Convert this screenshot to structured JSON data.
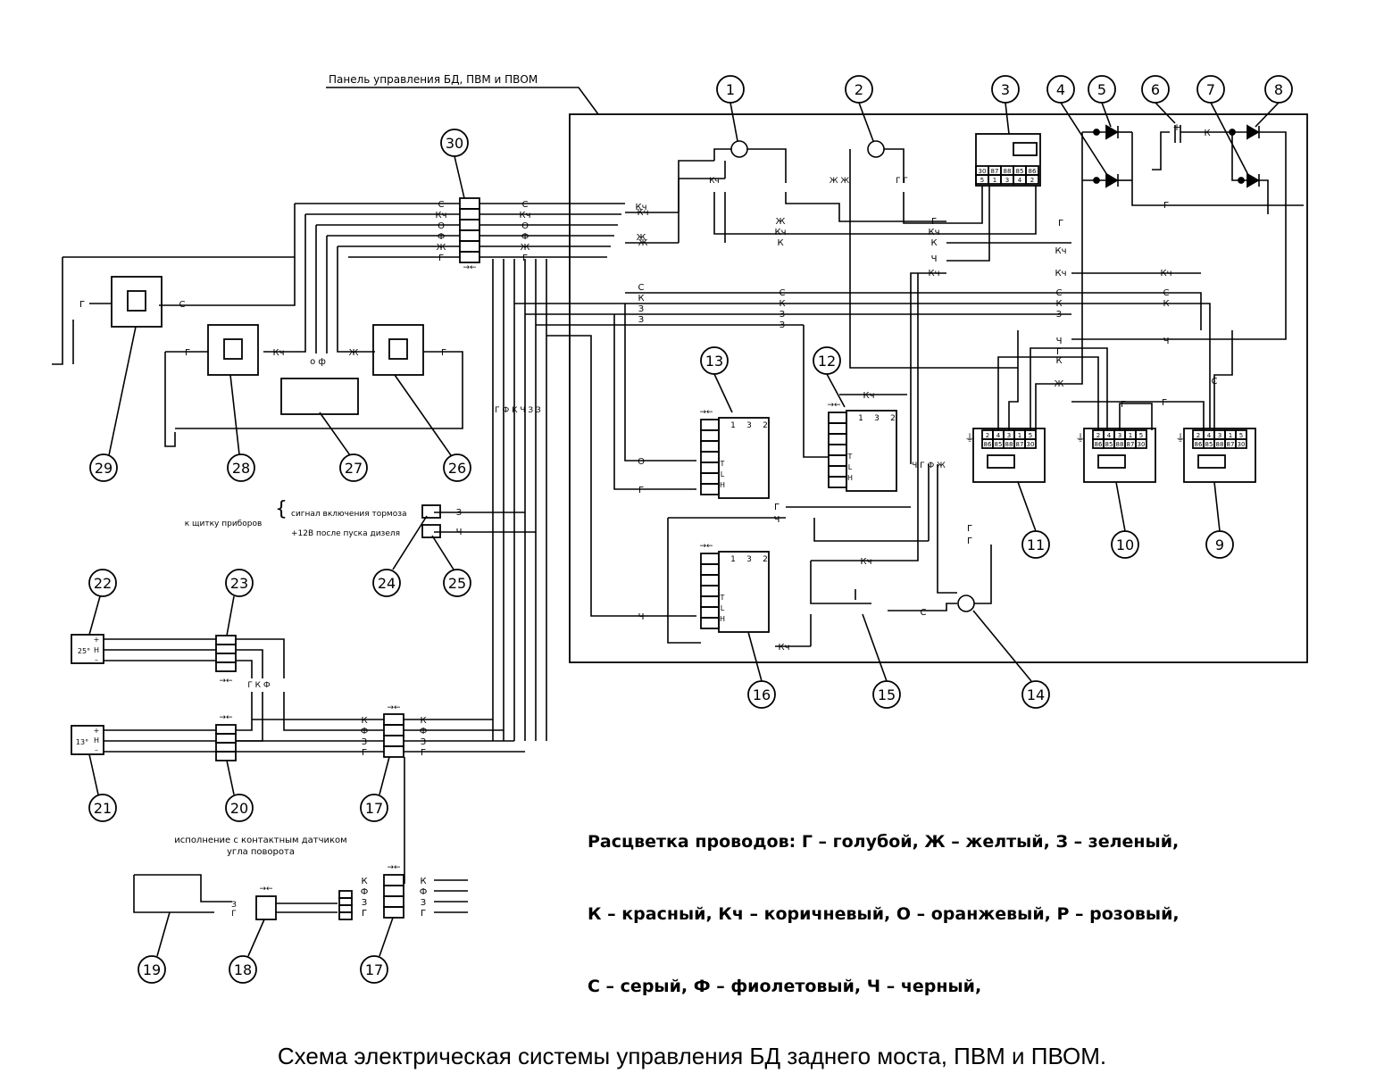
{
  "panel_label": "Панель управления БД, ПВМ и ПВОМ",
  "markers": [
    "1",
    "2",
    "3",
    "4",
    "5",
    "6",
    "7",
    "8",
    "9",
    "10",
    "11",
    "12",
    "13",
    "14",
    "15",
    "16",
    "17",
    "17",
    "18",
    "19",
    "20",
    "21",
    "22",
    "23",
    "24",
    "25",
    "26",
    "27",
    "28",
    "29",
    "30"
  ],
  "wire_letters": {
    "g": "Г",
    "zh": "Ж",
    "z": "З",
    "k": "К",
    "kch": "Кч",
    "o": "О",
    "s": "С",
    "f": "Ф",
    "ch": "Ч"
  },
  "relay_pins_top": [
    "2",
    "4",
    "3",
    "1",
    "5"
  ],
  "relay_pins_bottom": [
    "86",
    "85",
    "88",
    "87",
    "30"
  ],
  "relay3_pins_top": [
    "30",
    "87",
    "88",
    "85",
    "86"
  ],
  "relay3_pins_bottom": [
    "5",
    "1",
    "3",
    "4",
    "2"
  ],
  "switch_terms": [
    "1",
    "3",
    "2"
  ],
  "switch_side": [
    "Т",
    "L",
    "Н"
  ],
  "sensor_left": {
    "value": "13°",
    "pins": [
      "+",
      "Н",
      "–"
    ]
  },
  "sensor_top": {
    "value": "25°",
    "pins": [
      "+",
      "Н",
      "–"
    ]
  },
  "signals_brace": "к щитку приборов",
  "signal_brake": "сигнал включения тормоза",
  "signal_12v": "+12В после пуска дизеля",
  "variant_note_1": "исполнение с контактным датчиком",
  "variant_note_2": "угла поворота",
  "legend": {
    "line1": "Расцветка проводов: Г – голубой, Ж – желтый, З – зеленый,",
    "line2": "К – красный, Кч – коричневый, О – оранжевый, Р – розовый,",
    "line3": "С – серый, Ф – фиолетовый, Ч – черный,"
  },
  "caption": "Схема электрическая системы управления БД заднего моста, ПВМ и ПВОМ."
}
